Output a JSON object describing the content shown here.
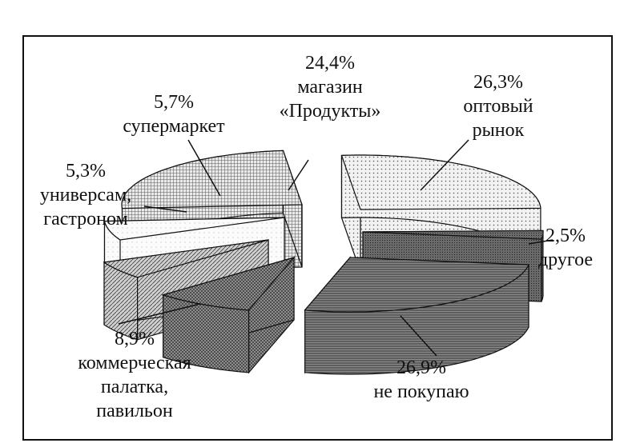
{
  "chart_data": {
    "type": "pie",
    "title": "",
    "legend": "none",
    "unit": "%",
    "slices": [
      {
        "id": "opt",
        "value": 26.3,
        "value_label": "26,3%",
        "label_lines": [
          "оптовый",
          "рынок"
        ],
        "color": "#e8e8e8",
        "pattern": "dots"
      },
      {
        "id": "other",
        "value": 2.5,
        "value_label": "2,5%",
        "label_lines": [
          "другое"
        ],
        "color": "#777777",
        "pattern": "dense"
      },
      {
        "id": "none",
        "value": 26.9,
        "value_label": "26,9%",
        "label_lines": [
          "не покупаю"
        ],
        "color": "#6a6a6a",
        "pattern": "hlines"
      },
      {
        "id": "kiosk",
        "value": 8.9,
        "value_label": "8,9%",
        "label_lines": [
          "коммерческая",
          "палатка,",
          "павильон"
        ],
        "color": "#8a8a8a",
        "pattern": "cross"
      },
      {
        "id": "univ",
        "value": 5.3,
        "value_label": "5,3%",
        "label_lines": [
          "универсам,",
          "гастроном"
        ],
        "color": "#b0b0b0",
        "pattern": "diag"
      },
      {
        "id": "super",
        "value": 5.7,
        "value_label": "5,7%",
        "label_lines": [
          "супермаркет"
        ],
        "color": "#f4f4f4",
        "pattern": "light"
      },
      {
        "id": "shop",
        "value": 24.4,
        "value_label": "24,4%",
        "label_lines": [
          "магазин",
          "«Продукты»"
        ],
        "color": "#9a9a9a",
        "pattern": "grid"
      }
    ]
  }
}
